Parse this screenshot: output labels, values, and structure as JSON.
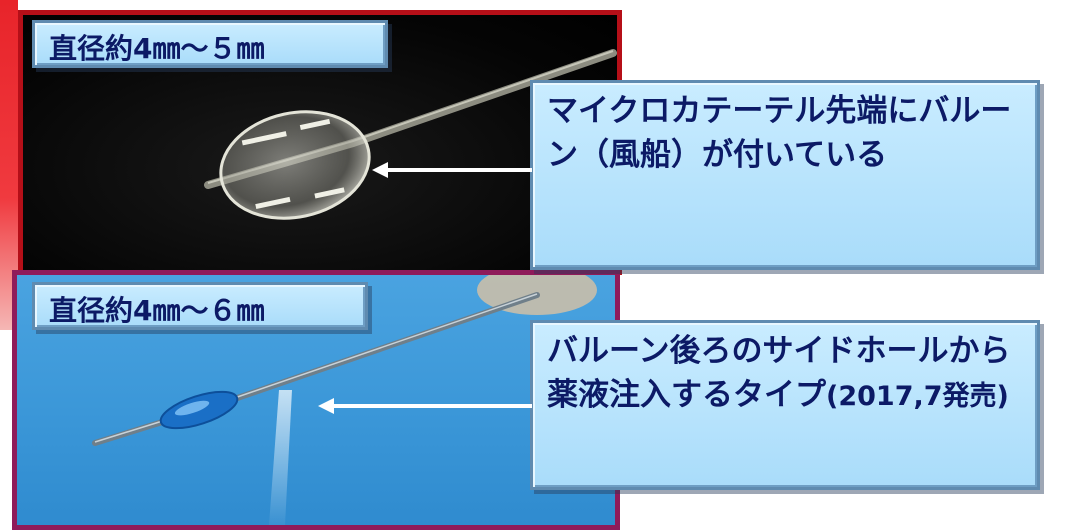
{
  "top_panel": {
    "diameter_label": "直径約4㎜～５㎜",
    "description": "マイクロカテーテル先端にバルーン（風船）が付いている"
  },
  "bottom_panel": {
    "diameter_label": "直径約4㎜～６㎜",
    "description_main": "バルーン後ろのサイドホールから薬液注入するタイプ",
    "description_note": "(2017,7発売)"
  },
  "colors": {
    "accent_red": "#e8242a",
    "top_border": "#b50f18",
    "bottom_border": "#8f1b5a",
    "label_fill": "#a9dcfa",
    "label_text": "#0c1a66",
    "photo_blue": "#3b97d8"
  }
}
